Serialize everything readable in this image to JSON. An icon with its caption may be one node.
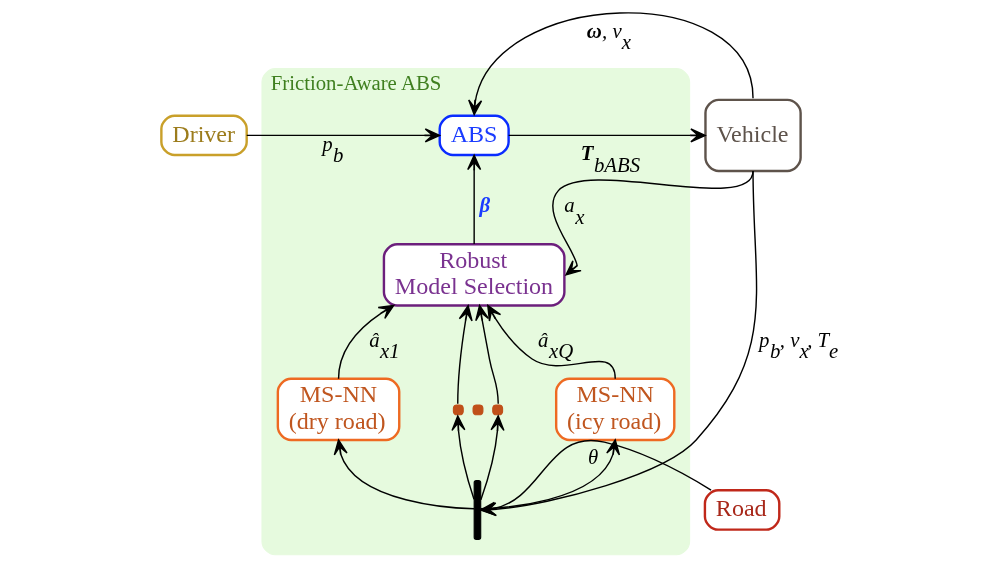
{
  "diagram": {
    "nodes": [
      {
        "text": [
          "Friction-Aware ABS"
        ]
      },
      {
        "text": [
          "Driver"
        ]
      },
      {
        "text": [
          "ABS"
        ],
        "in": 0
      },
      {
        "text": [
          "Vehicle"
        ]
      },
      {
        "text": [
          "Robust Model Selection"
        ],
        "in": 0
      },
      {
        "text": [
          "MS-NN (dry road)"
        ],
        "in": 0
      },
      {
        "text": [],
        "shape": "dots",
        "in": 0
      },
      {
        "text": [
          "MS-NN (icy road)"
        ],
        "in": 0
      },
      {
        "text": [],
        "shape": "bar",
        "in": 0
      },
      {
        "text": [
          "Road"
        ]
      }
    ],
    "edges": [
      {
        "from": 1,
        "to": 2,
        "arrow": "to",
        "label": "p$_{b}$"
      },
      {
        "from": 2,
        "to": 3,
        "arrow": "to",
        "label": "**T**$_{bABS}$"
      },
      {
        "from": 3,
        "to": 2,
        "arrow": "to",
        "label": "**ω**, v$_{x}$"
      },
      {
        "from": 4,
        "to": 2,
        "arrow": "to",
        "label": "β"
      },
      {
        "from": 3,
        "to": 4,
        "arrow": "to",
        "label": "a$_{x}$"
      },
      {
        "from": 5,
        "to": 4,
        "arrow": "to",
        "label": "â$_{x1}$"
      },
      {
        "from": 6,
        "to": 4,
        "arrow": "to"
      },
      {
        "from": 6,
        "to": 4,
        "arrow": "to"
      },
      {
        "from": 7,
        "to": 4,
        "arrow": "to",
        "label": "â$_{xQ}$"
      },
      {
        "from": 3,
        "to": 8,
        "arrow": "to",
        "label": "p$_{b}$, v$_{x}$, T$_{e}$"
      },
      {
        "from": 8,
        "to": 5,
        "arrow": "to"
      },
      {
        "from": 8,
        "to": 6,
        "arrow": "to"
      },
      {
        "from": 8,
        "to": 6,
        "arrow": "to"
      },
      {
        "from": 8,
        "to": 7,
        "arrow": "to"
      },
      {
        "from": 9,
        "to": 8,
        "arrow": "to",
        "label": "θ"
      }
    ]
  }
}
